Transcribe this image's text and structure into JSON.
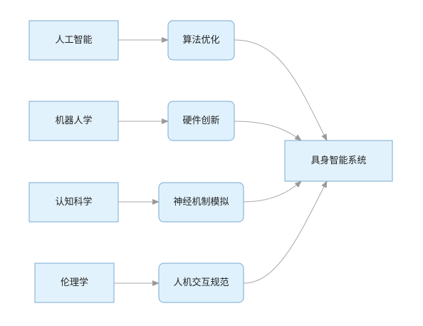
{
  "nodes": {
    "ai": "人工智能",
    "robotics": "机器人学",
    "cognitive": "认知科学",
    "ethics": "伦理学",
    "algo": "算法优化",
    "hardware": "硬件创新",
    "neural": "神经机制模拟",
    "hci": "人机交互规范",
    "embodied": "具身智能系统"
  },
  "colors": {
    "source_fill": "#e2f2fc",
    "source_stroke": "#7aa9d2",
    "process_fill": "#dff1fc",
    "process_stroke": "#7aa9d2",
    "arrow": "#a8a8a8",
    "text": "#222222"
  }
}
